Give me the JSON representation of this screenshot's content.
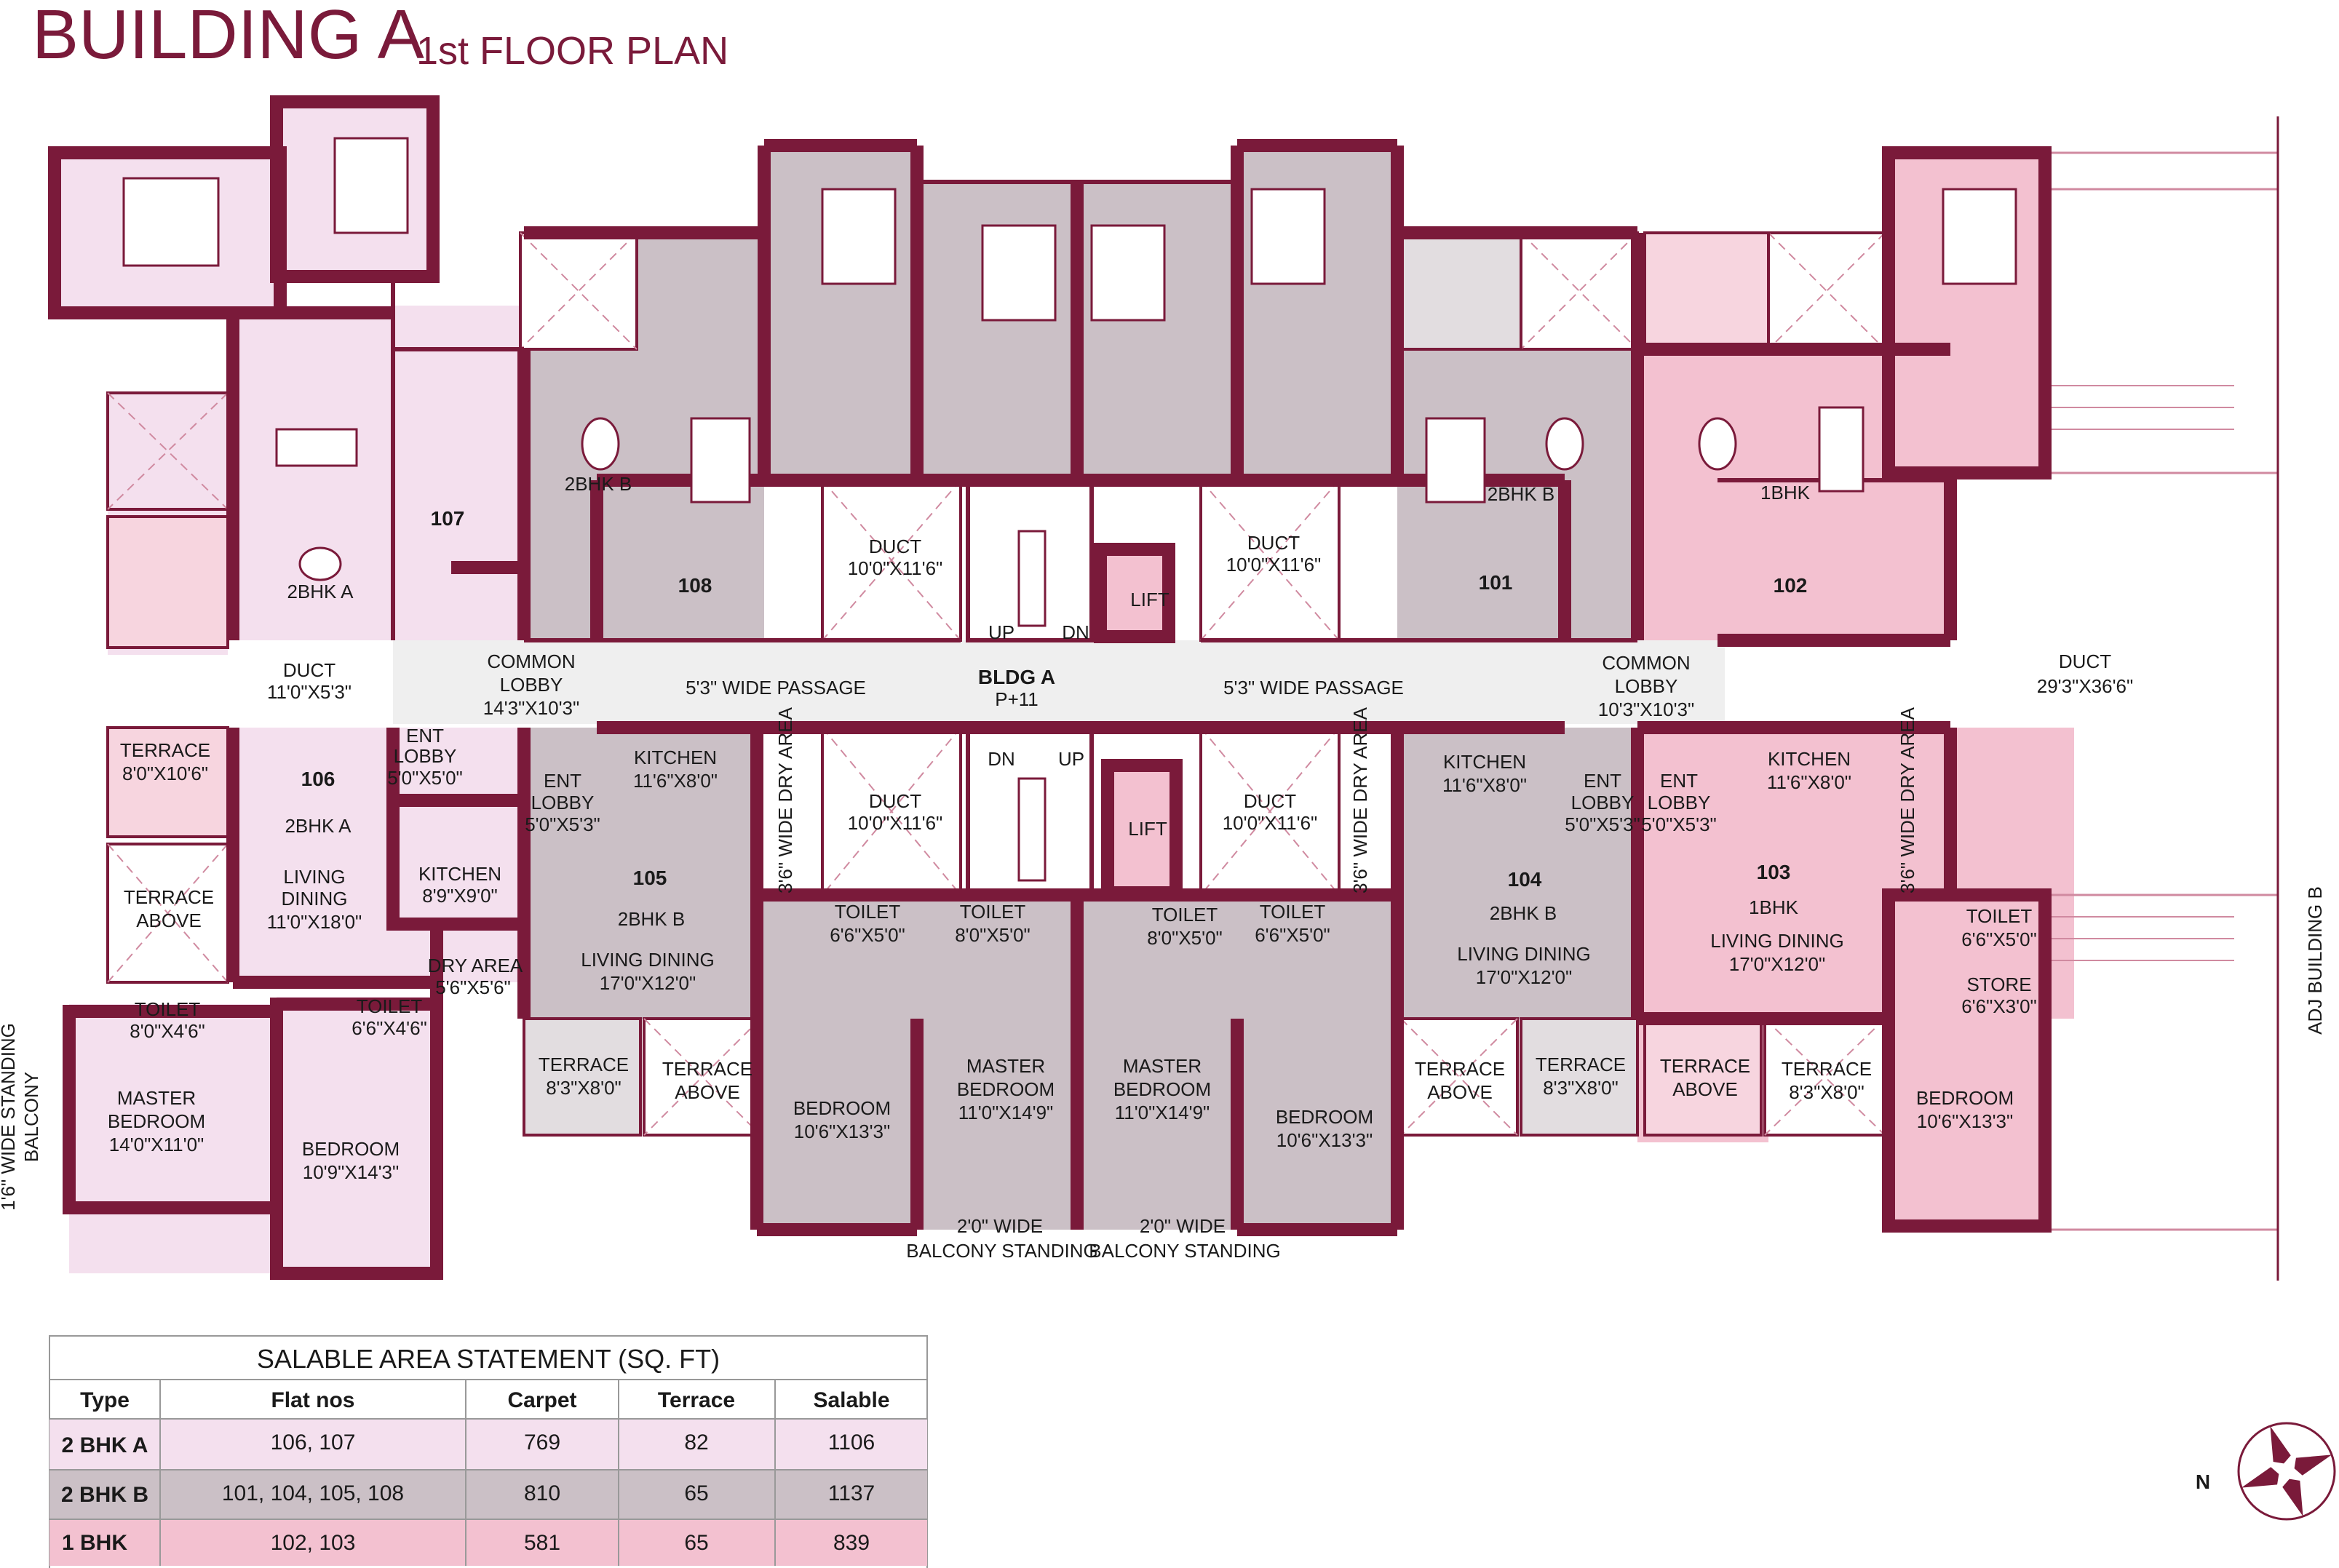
{
  "title": {
    "main": "BUILDING A",
    "sub": "1st FLOOR PLAN"
  },
  "colors": {
    "wall": "#7a1a3a",
    "type_2bhk_a": "#f4e0ee",
    "type_2bhk_b": "#cbc0c6",
    "type_1bhk": "#f3c1d0",
    "lobby": "#efefef"
  },
  "rooms": {
    "r107": "107",
    "r2bhka_top": "2BHK A",
    "r108": "108",
    "r2bhkb_108": "2BHK B",
    "r101": "101",
    "r2bhkb_101": "2BHK B",
    "r102": "102",
    "r1bhk_102": "1BHK",
    "duct_a_l1": "DUCT",
    "duct_a_l2": "11'0\"X5'3\"",
    "duct1_l1": "DUCT",
    "duct1_l2": "10'0\"X11'6\"",
    "duct2_l1": "DUCT",
    "duct2_l2": "10'0\"X11'6\"",
    "duct3_l1": "DUCT",
    "duct3_l2": "10'0\"X11'6\"",
    "duct4_l1": "DUCT",
    "duct4_l2": "10'0\"X11'6\"",
    "duct_big_l1": "DUCT",
    "duct_big_l2": "29'3\"X36'6\"",
    "lift_top": "LIFT",
    "lift_bottom": "LIFT",
    "up_top": "UP",
    "dn_top": "DN",
    "dn_bot": "DN",
    "up_bot": "UP",
    "bldg_l1": "BLDG A",
    "bldg_l2": "P+11",
    "lobby_l_l1": "COMMON",
    "lobby_l_l2": "LOBBY",
    "lobby_l_l3": "14'3\"X10'3\"",
    "lobby_r_l1": "COMMON",
    "lobby_r_l2": "LOBBY",
    "lobby_r_l3": "10'3\"X10'3\"",
    "passage_l": "5'3\" WIDE PASSAGE",
    "passage_r": "5'3\" WIDE PASSAGE",
    "terrace106_l1": "TERRACE",
    "terrace106_l2": "8'0\"X10'6\"",
    "terraceabove_l1": "TERRACE",
    "terraceabove_l2": "ABOVE",
    "r106": "106",
    "r2bhka_106": "2BHK A",
    "living106_l1": "LIVING",
    "living106_l2": "DINING",
    "living106_l3": "11'0\"X18'0\"",
    "entlobby106_l1": "ENT",
    "entlobby106_l2": "LOBBY",
    "entlobby106_l3": "5'0\"X5'0\"",
    "kitchen106_l1": "KITCHEN",
    "kitchen106_l2": "8'9\"X9'0\"",
    "dry106_l1": "DRY AREA",
    "dry106_l2": "5'6\"X5'6\"",
    "toilet106a_l1": "TOILET",
    "toilet106a_l2": "8'0\"X4'6\"",
    "toilet106b_l1": "TOILET",
    "toilet106b_l2": "6'6\"X4'6\"",
    "master106_l1": "MASTER",
    "master106_l2": "BEDROOM",
    "master106_l3": "14'0\"X11'0\"",
    "bed106_l1": "BEDROOM",
    "bed106_l2": "10'9\"X14'3\"",
    "balcony_side_l1": "1'6\" WIDE STANDING",
    "balcony_side_l2": "BALCONY",
    "ent105_l1": "ENT",
    "ent105_l2": "LOBBY",
    "ent105_l3": "5'0\"X5'3\"",
    "kitchen105_l1": "KITCHEN",
    "kitchen105_l2": "11'6\"X8'0\"",
    "dry105": "3'6\" WIDE DRY AREA",
    "r105": "105",
    "r2bhkb_105": "2BHK B",
    "living105_l1": "LIVING DINING",
    "living105_l2": "17'0\"X12'0\"",
    "toilet105a_l1": "TOILET",
    "toilet105a_l2": "6'6\"X5'0\"",
    "toilet105b_l1": "TOILET",
    "toilet105b_l2": "8'0\"X5'0\"",
    "terrace105_l1": "TERRACE",
    "terrace105_l2": "8'3\"X8'0\"",
    "terraceabove105_l1": "TERRACE",
    "terraceabove105_l2": "ABOVE",
    "bed105_l1": "BEDROOM",
    "bed105_l2": "10'6\"X13'3\"",
    "master105_l1": "MASTER",
    "master105_l2": "BEDROOM",
    "master105_l3": "11'0\"X14'9\"",
    "balc105_l1": "2'0\" WIDE",
    "balc105_l2": "BALCONY STANDING",
    "toilet104a_l1": "TOILET",
    "toilet104a_l2": "8'0\"X5'0\"",
    "toilet104b_l1": "TOILET",
    "toilet104b_l2": "6'6\"X5'0\"",
    "master104_l1": "MASTER",
    "master104_l2": "BEDROOM",
    "master104_l3": "11'0\"X14'9\"",
    "bed104_l1": "BEDROOM",
    "bed104_l2": "10'6\"X13'3\"",
    "balc104_l1": "2'0\" WIDE",
    "balc104_l2": "BALCONY STANDING",
    "dry104": "3'6\" WIDE DRY AREA",
    "kitchen104_l1": "KITCHEN",
    "kitchen104_l2": "11'6\"X8'0\"",
    "ent104_l1": "ENT",
    "ent104_l2": "LOBBY",
    "ent104_l3": "5'0\"X5'3\"",
    "r104": "104",
    "r2bhkb_104": "2BHK B",
    "living104_l1": "LIVING DINING",
    "living104_l2": "17'0\"X12'0\"",
    "terraceabove104_l1": "TERRACE",
    "terraceabove104_l2": "ABOVE",
    "terrace104_l1": "TERRACE",
    "terrace104_l2": "8'3\"X8'0\"",
    "ent103_l1": "ENT",
    "ent103_l2": "LOBBY",
    "ent103_l3": "5'0\"X5'3\"",
    "kitchen103_l1": "KITCHEN",
    "kitchen103_l2": "11'6\"X8'0\"",
    "dry103": "3'6\" WIDE DRY AREA",
    "r103": "103",
    "r1bhk_103": "1BHK",
    "living103_l1": "LIVING DINING",
    "living103_l2": "17'0\"X12'0\"",
    "toilet103_l1": "TOILET",
    "toilet103_l2": "6'6\"X5'0\"",
    "store103_l1": "STORE",
    "store103_l2": "6'6\"X3'0\"",
    "terraceabove103_l1": "TERRACE",
    "terraceabove103_l2": "ABOVE",
    "terrace103_l1": "TERRACE",
    "terrace103_l2": "8'3\"X8'0\"",
    "bed103_l1": "BEDROOM",
    "bed103_l2": "10'6\"X13'3\"",
    "adj": "ADJ BUILDING B"
  },
  "area_table": {
    "title": "SALABLE AREA STATEMENT (SQ. FT)",
    "headers": [
      "Type",
      "Flat nos",
      "Carpet",
      "Terrace",
      "Salable"
    ],
    "rows": [
      [
        "2 BHK A",
        "106, 107",
        "769",
        "82",
        "1106"
      ],
      [
        "2 BHK B",
        "101, 104, 105, 108",
        "810",
        "65",
        "1137"
      ],
      [
        "1 BHK",
        "102, 103",
        "581",
        "65",
        "839"
      ]
    ]
  },
  "compass": {
    "label": "N"
  }
}
